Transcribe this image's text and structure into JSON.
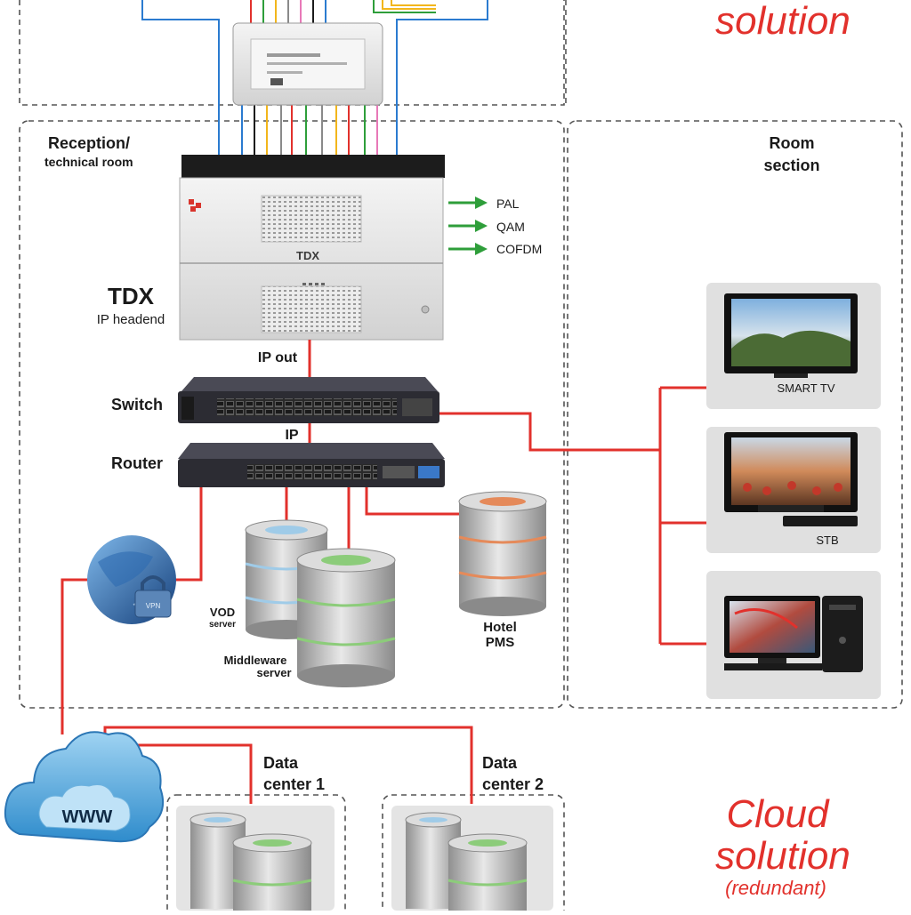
{
  "headings": {
    "top_solution": "solution",
    "cloud_line1": "Cloud",
    "cloud_line2": "solution",
    "cloud_line3": "(redundant)"
  },
  "sections": {
    "reception_line1": "Reception/",
    "reception_line2": "technical room",
    "room_line1": "Room",
    "room_line2": "section"
  },
  "headend": {
    "name": "TDX",
    "subtitle": "IP headend",
    "badge": "TDX",
    "ip_out": "IP out",
    "outputs": [
      "PAL",
      "QAM",
      "COFDM"
    ]
  },
  "network": {
    "switch": "Switch",
    "ip": "IP",
    "router": "Router"
  },
  "servers": {
    "vod_line1": "VOD",
    "vod_line2": "server",
    "middleware_line1": "Middleware",
    "middleware_line2": "server",
    "hotel_line1": "Hotel",
    "hotel_line2": "PMS"
  },
  "devices": {
    "smart_tv": "SMART TV",
    "stb": "STB",
    "vpn": "VPN"
  },
  "cloud": {
    "www": "WWW",
    "dc1_line1": "Data",
    "dc1_line2": "center 1",
    "dc2_line1": "Data",
    "dc2_line2": "center 2"
  },
  "colors": {
    "accent_red": "#e2312c",
    "output_green": "#2e9e3a",
    "frame_dash": "#555555"
  }
}
